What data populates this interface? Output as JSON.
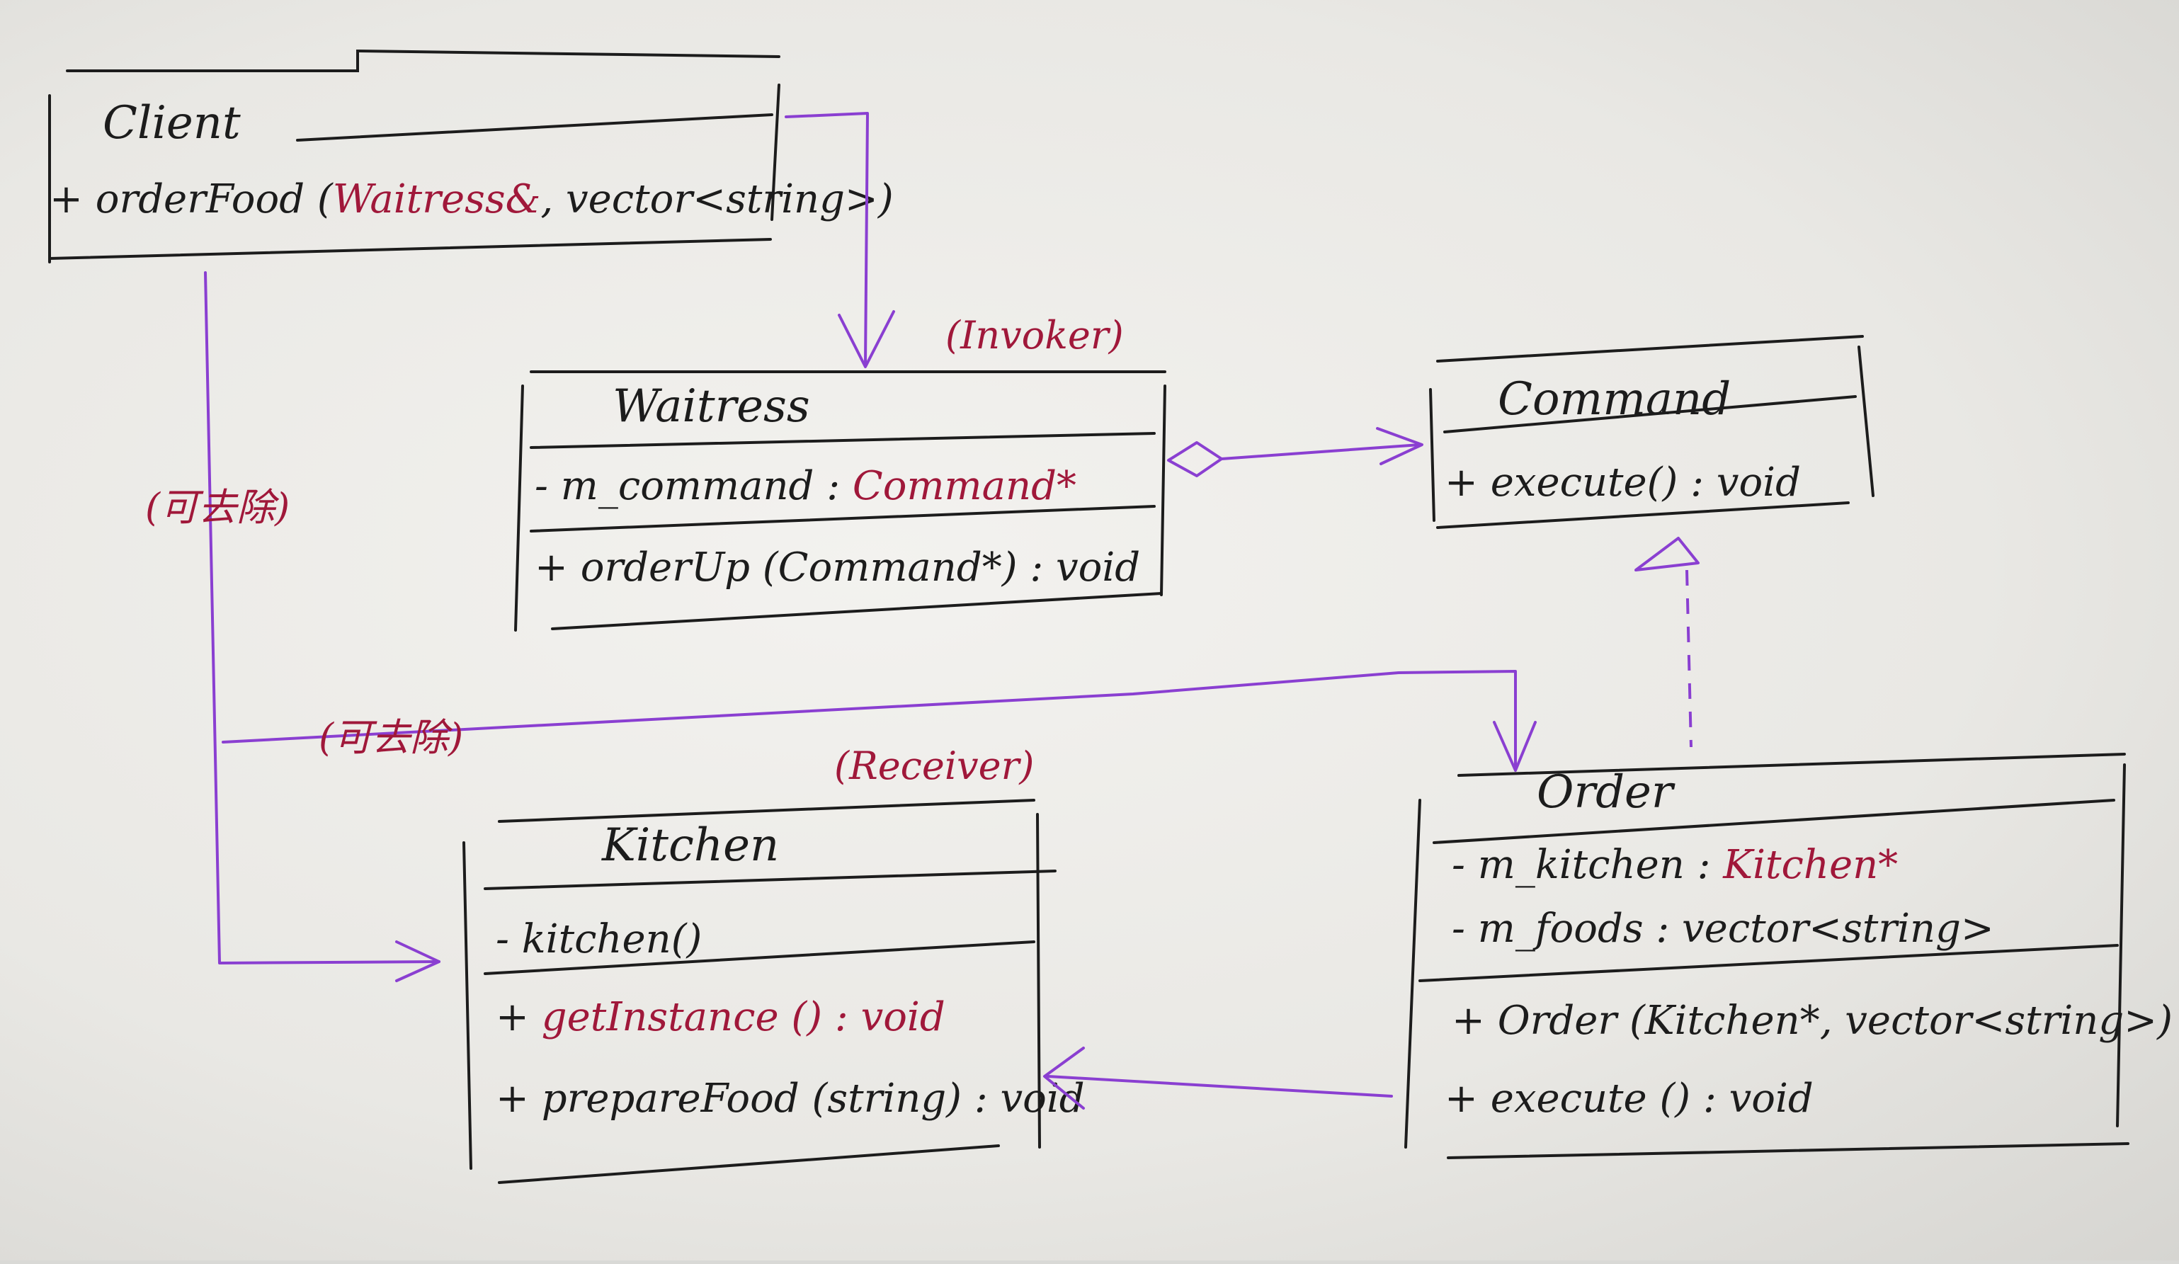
{
  "classes": {
    "client": {
      "name": "Client",
      "ops": [
        "+ orderFood (",
        "Waitress&",
        ", vector<string>)"
      ]
    },
    "waitress": {
      "name": "Waitress",
      "stereotype": "(Invoker)",
      "attr_prefix": "- m_command : ",
      "attr_type": "Command*",
      "op": "+ orderUp (Command*) : void"
    },
    "command": {
      "name": "Command",
      "op": "+ execute() : void"
    },
    "kitchen": {
      "name": "Kitchen",
      "stereotype": "(Receiver)",
      "ctor": "- kitchen()",
      "op1_prefix": "+ ",
      "op1_red": "getInstance () : void",
      "op2": "+ prepareFood (string) : void"
    },
    "order": {
      "name": "Order",
      "attr1_prefix": "- m_kitchen : ",
      "attr1_type": "Kitchen*",
      "attr2": "- m_foods : vector<string>",
      "op1": "+ Order (Kitchen*, vector<string>)",
      "op2": "+ execute () : void"
    }
  },
  "notes": {
    "removable_1": "(可去除)",
    "removable_2": "(可去除)"
  },
  "colors": {
    "ink": "#1c1c1c",
    "red_ink": "#a0183a",
    "purple_arrow": "#8a3fd1"
  }
}
